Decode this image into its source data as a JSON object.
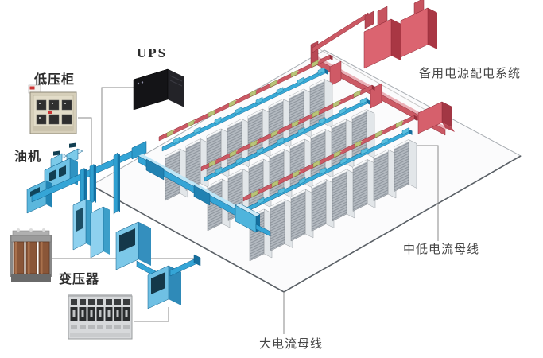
{
  "diagram": {
    "labels": {
      "ups": "UPS",
      "low_voltage_cabinet": "低压柜",
      "generator": "油机",
      "transformer": "变压器",
      "backup_power_system": "备用电源配电系统",
      "mid_low_current_busbar": "中低电流母线",
      "high_current_busbar": "大电流母线"
    },
    "structure": {
      "rack_rows": 3,
      "racks_per_row": 8,
      "backup_feeder_boxes": 2
    },
    "colors": {
      "busway_red": "#cb5964",
      "busway_red_light": "#eab0b7",
      "busway_red_dark": "#97303c",
      "busway_blue": "#38abd8",
      "busway_blue_light": "#c8ecf9",
      "busway_blue_dark": "#166f9e",
      "rack_gray": "#b4bac1",
      "transformer_brown": "#8a5638",
      "leader_line": "#8a8a8a"
    }
  }
}
